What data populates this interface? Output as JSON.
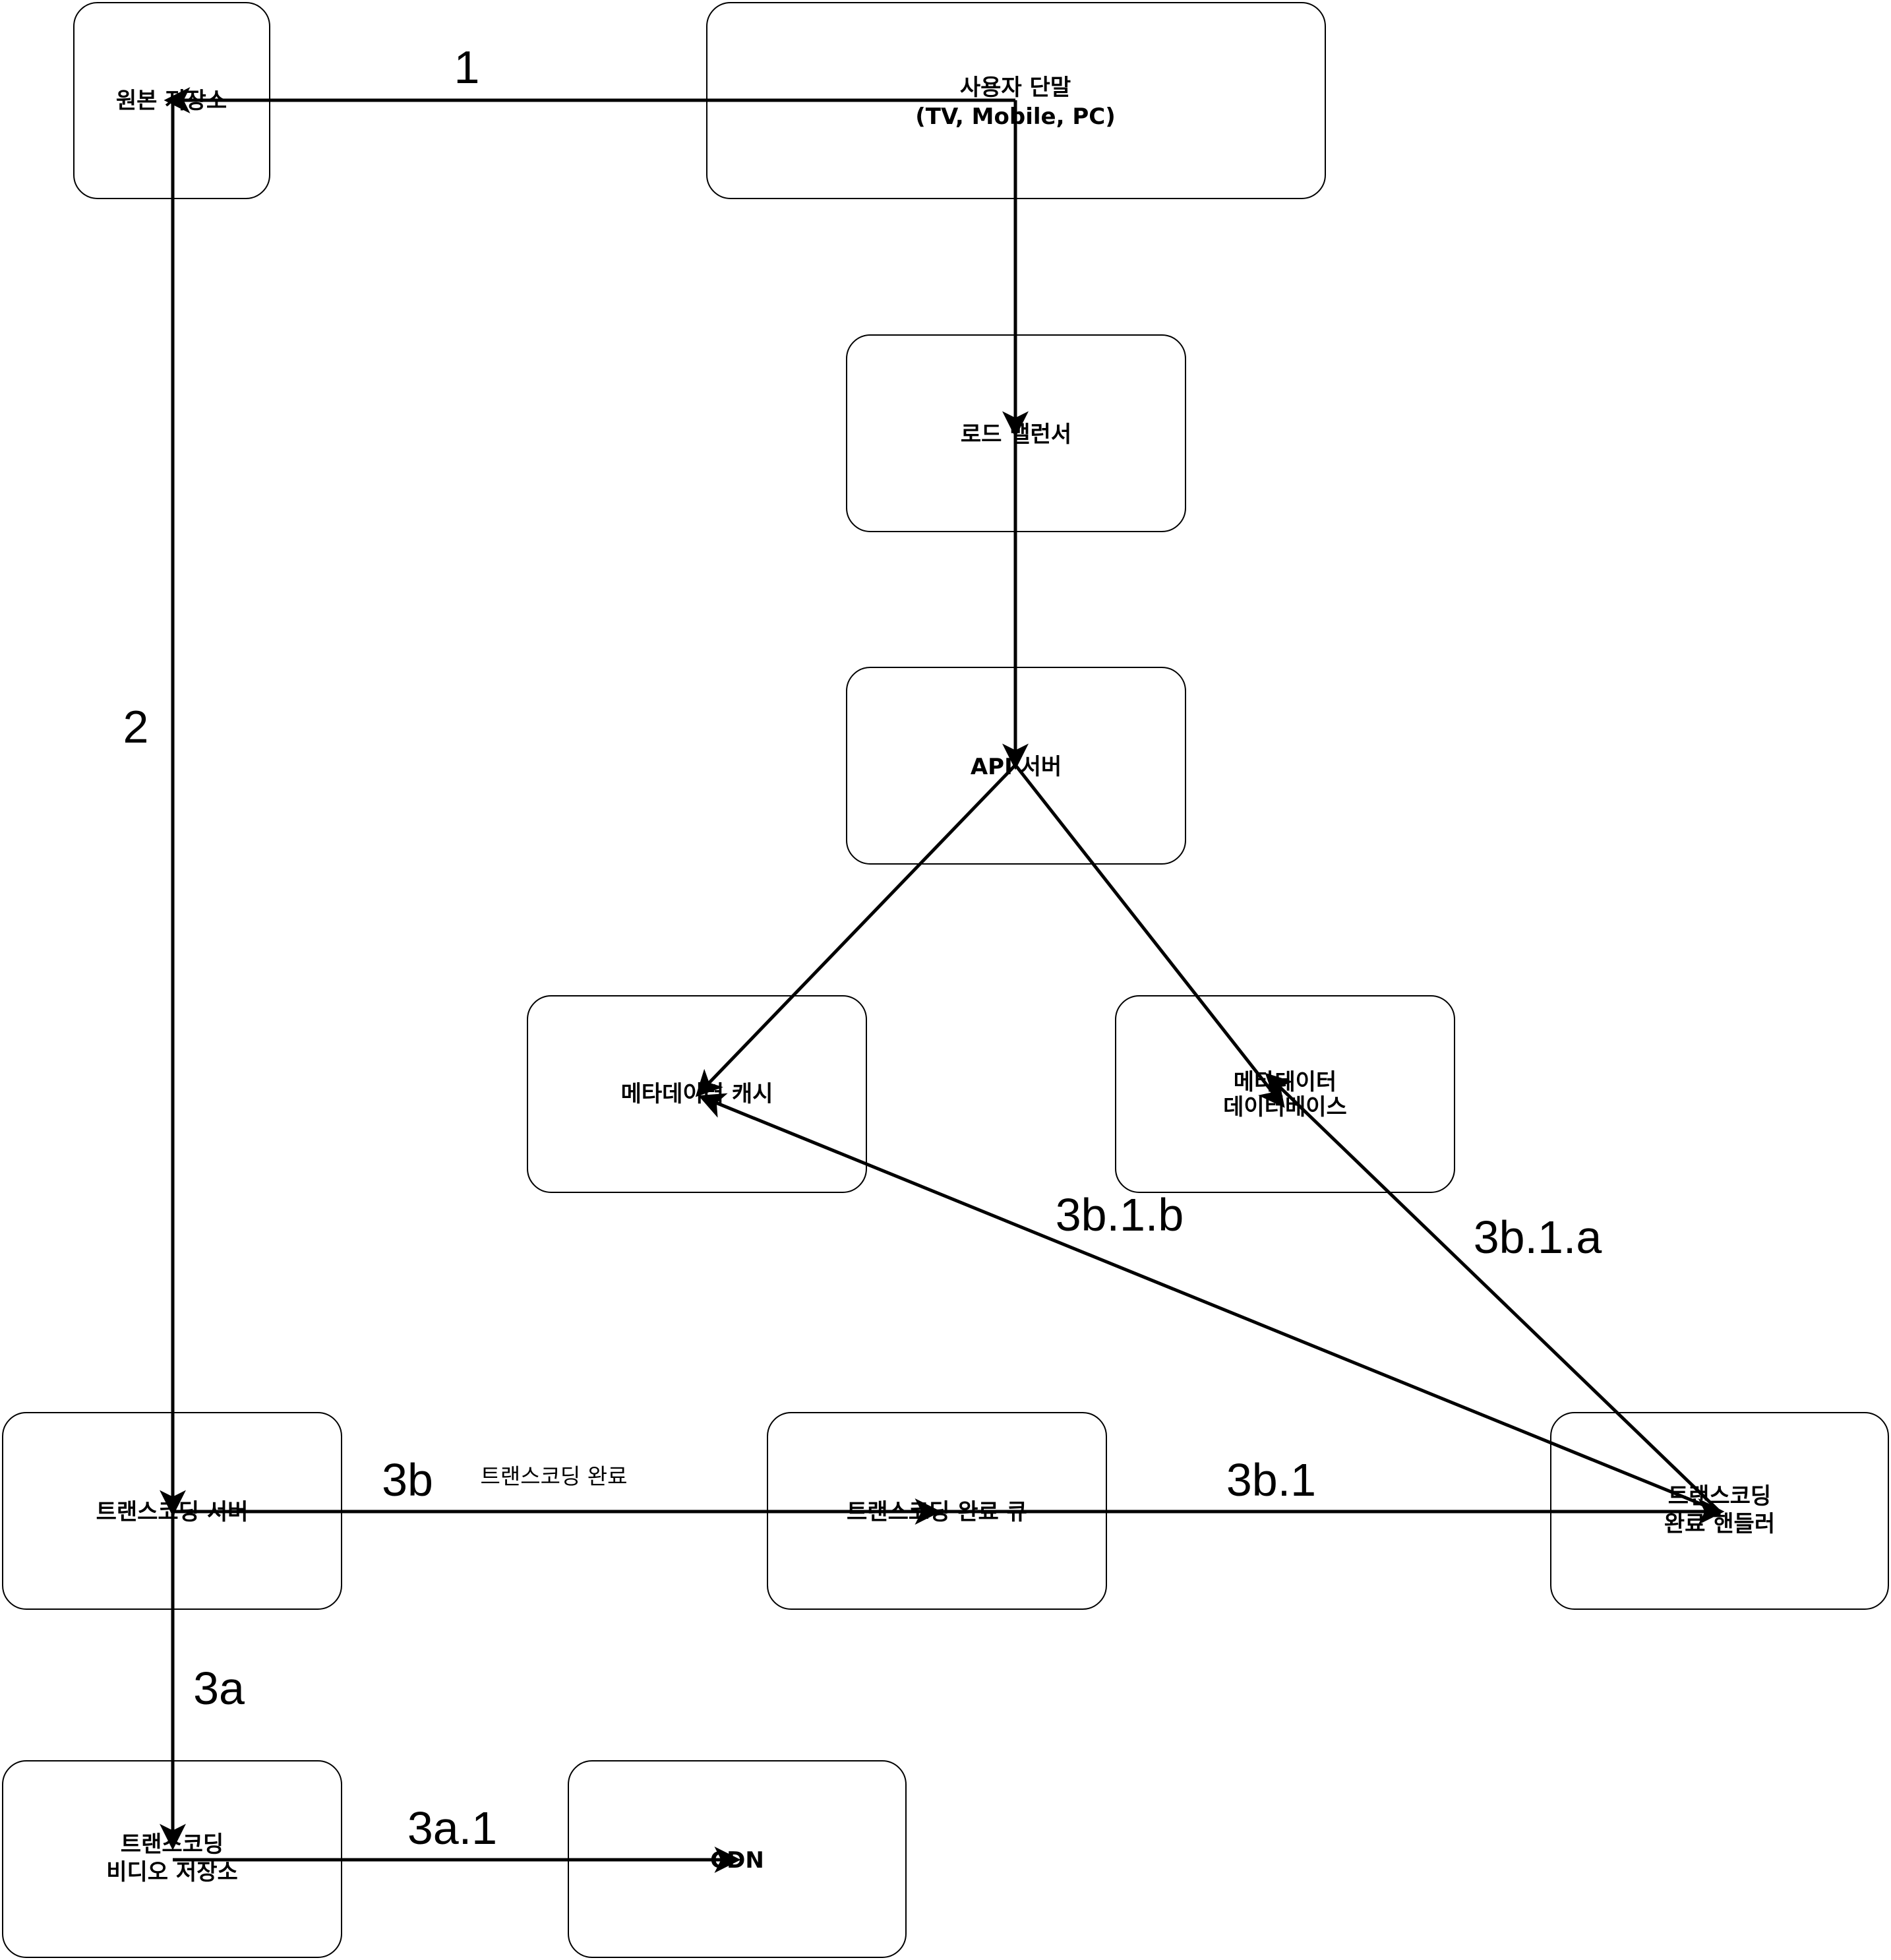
{
  "nodes": {
    "origin_storage": "원본 저장소",
    "user_device": {
      "line1": "사용자 단말",
      "line2": "(TV, Mobile, PC)"
    },
    "load_balancer": "로드 밸런서",
    "api_server": "API 서버",
    "metadata_cache": "메타데이터 캐시",
    "metadata_db": {
      "line1": "메타데이터",
      "line2": "데이터베이스"
    },
    "transcoding_server": "트랜스코딩 서버",
    "completion_queue": "트랜스코딩 완료 큐",
    "completion_handler": {
      "line1": "트랜스코딩",
      "line2": "완료 핸들러"
    },
    "transcoded_storage": {
      "line1": "트랜스코딩",
      "line2": "비디오 저장소"
    },
    "cdn": "CDN"
  },
  "edge_labels": {
    "e1": "1",
    "e2": "2",
    "e3a": "3a",
    "e3a1": "3a.1",
    "e3b": "3b",
    "e3b1": "3b.1",
    "e3b1a": "3b.1.a",
    "e3b1b": "3b.1.b"
  },
  "notes": {
    "transcoding_complete": "트랜스코딩 완료"
  }
}
